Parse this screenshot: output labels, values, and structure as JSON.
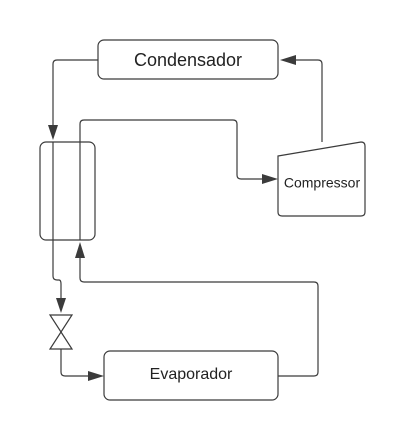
{
  "diagram": {
    "nodes": {
      "condenser": {
        "label": "Condensador"
      },
      "compressor": {
        "label": "Compressor"
      },
      "evaporator": {
        "label": "Evaporador"
      }
    }
  }
}
